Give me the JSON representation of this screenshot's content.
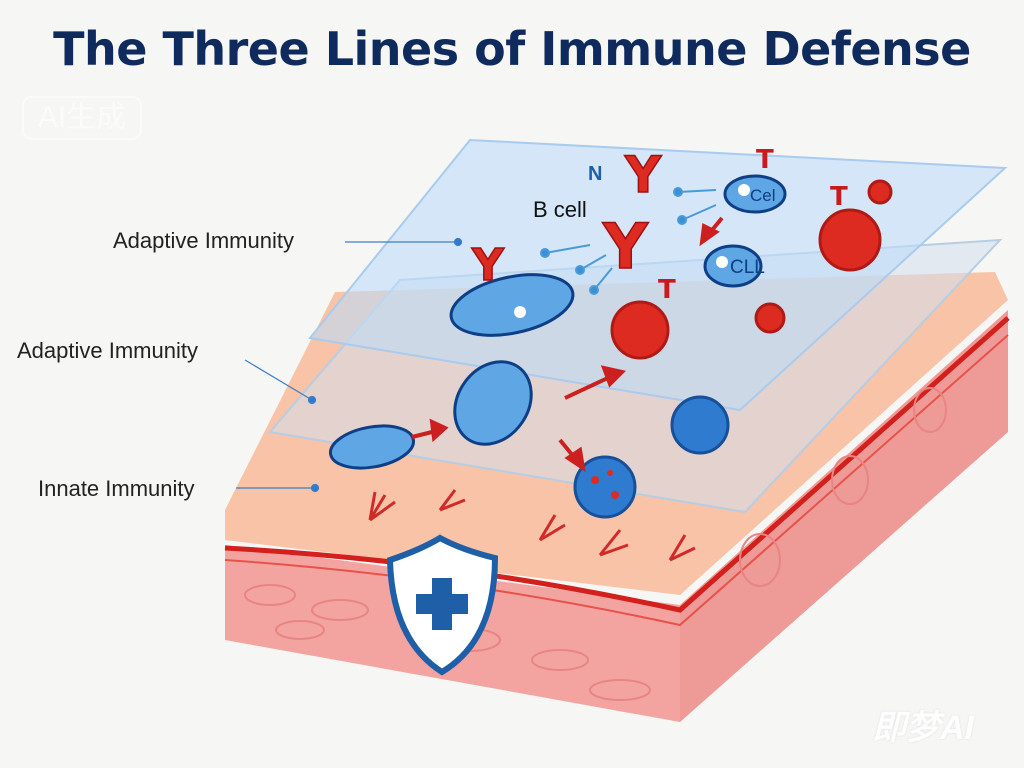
{
  "title": "The Three Lines of Immune Defense",
  "labels": {
    "top": "Adaptive Immunity",
    "middle": "Adaptive Immunity",
    "bottom": "Innate Immunity"
  },
  "cell_texts": {
    "n": "N",
    "b_cell": "B cell",
    "t1": "T",
    "t2": "T",
    "t3": "T",
    "cell1": "Cel",
    "cell2": "CLL",
    "y": "Y"
  },
  "watermarks": {
    "top_left": "AI生成",
    "bottom_right": "即梦AI"
  },
  "colors": {
    "title": "#0f2a5c",
    "skin": "#f6b99a",
    "virus_red": "#dd2b22",
    "virus_blue": "#2f7bd0",
    "shield": "#1f5fa8"
  }
}
